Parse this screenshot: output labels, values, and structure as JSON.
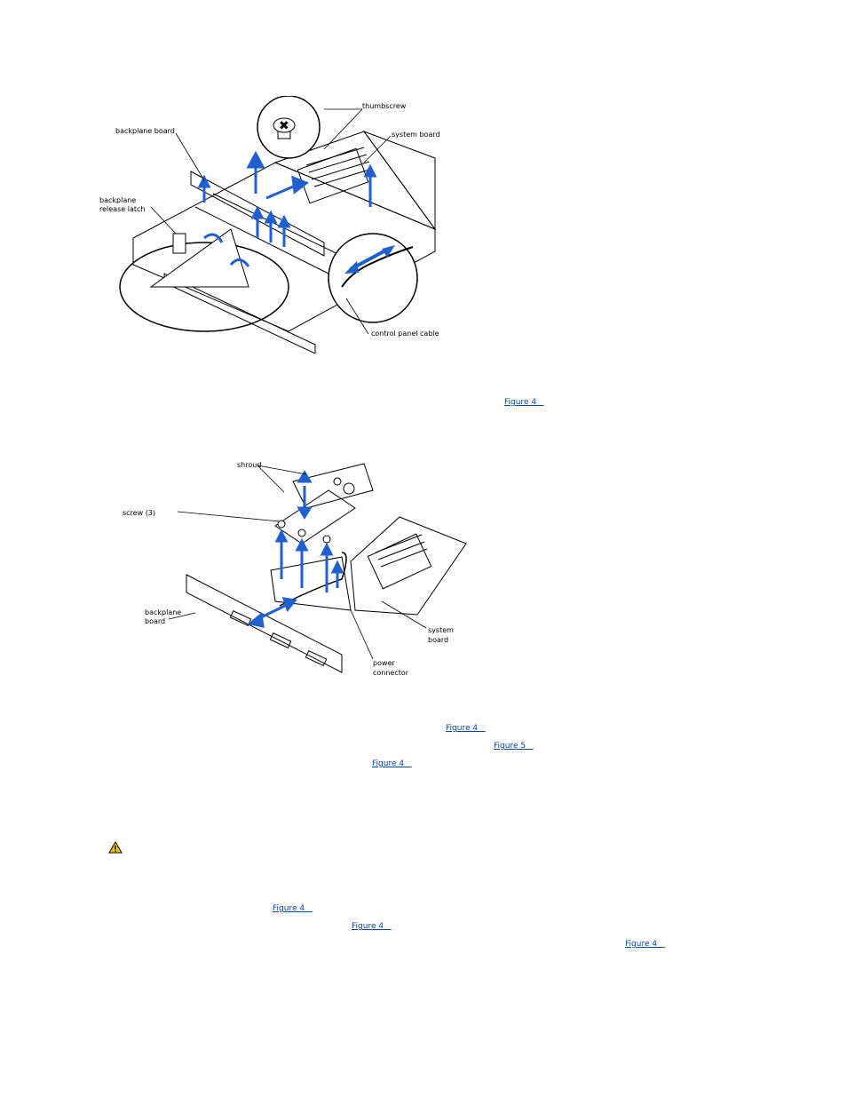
{
  "figure1": {
    "labels": {
      "thumbscrew": "thumbscrew",
      "system_board": "system board",
      "backplane_board": "backplane board",
      "backplane_release_latch_1": "backplane",
      "backplane_release_latch_2": "release latch",
      "control_panel_cable": "control panel cable"
    }
  },
  "figure2": {
    "labels": {
      "shroud": "shroud",
      "screw": "screw (3)",
      "backplane_board_1": "backplane",
      "backplane_board_2": "board",
      "system_board_1": "system",
      "system_board_2": "board",
      "power_connector_1": "power",
      "power_connector_2": "connector"
    }
  },
  "links": {
    "link1": "Figure 4   ",
    "link2": "Figure 4   ",
    "link3": "Figure 5   ",
    "link4": "Figure 4   ",
    "link5": "Figure 4   ",
    "link6": "Figure 4   ",
    "link7": "Figure 4   "
  },
  "icons": {
    "caution": "caution-triangle-icon"
  },
  "colors": {
    "arrow": "#1f5fd0",
    "link": "#0645ad",
    "caution": "#f2c200"
  }
}
